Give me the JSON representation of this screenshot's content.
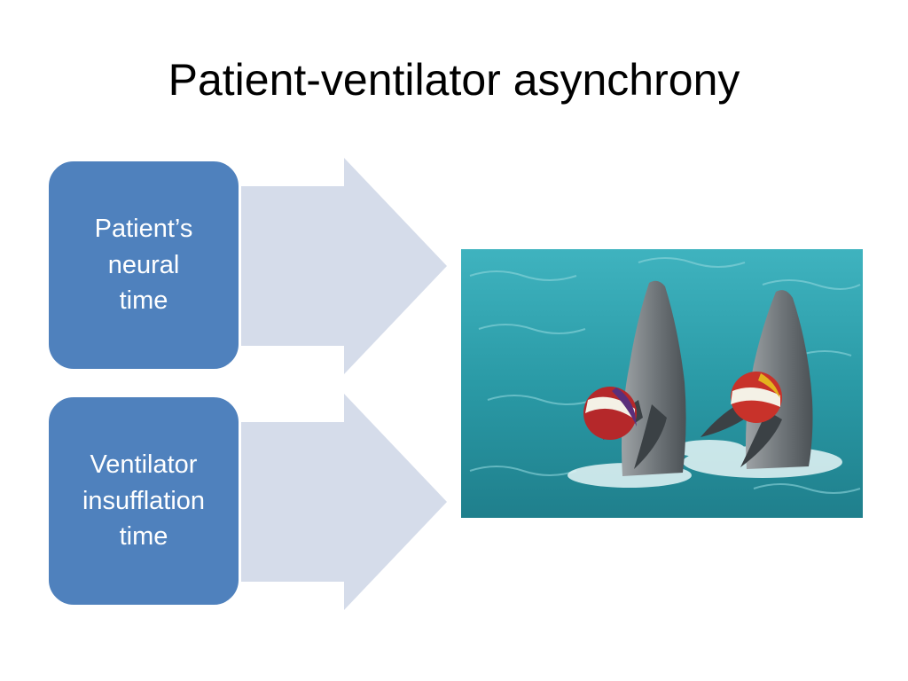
{
  "slide": {
    "title": "Patient-ventilator asynchrony"
  },
  "diagram": {
    "items": [
      {
        "label": "Patient’s\nneural\ntime"
      },
      {
        "label": "Ventilator\ninsufflation\ntime"
      }
    ],
    "box_color": "#4f81bd",
    "arrow_color": "#d5dcea"
  },
  "photo": {
    "icon": "dolphins-with-balls-photo",
    "water_color": "#2a9aa6"
  }
}
